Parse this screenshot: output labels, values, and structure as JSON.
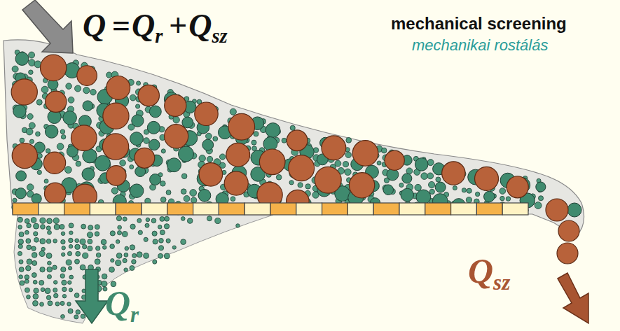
{
  "diagram": {
    "labels": [
      "Q",
      "=",
      "Q",
      "r",
      "+",
      "Q",
      "sz",
      "mechanical screening",
      "mechanikai rostálás",
      "Q",
      "r",
      "Q",
      "sz"
    ]
  }
}
